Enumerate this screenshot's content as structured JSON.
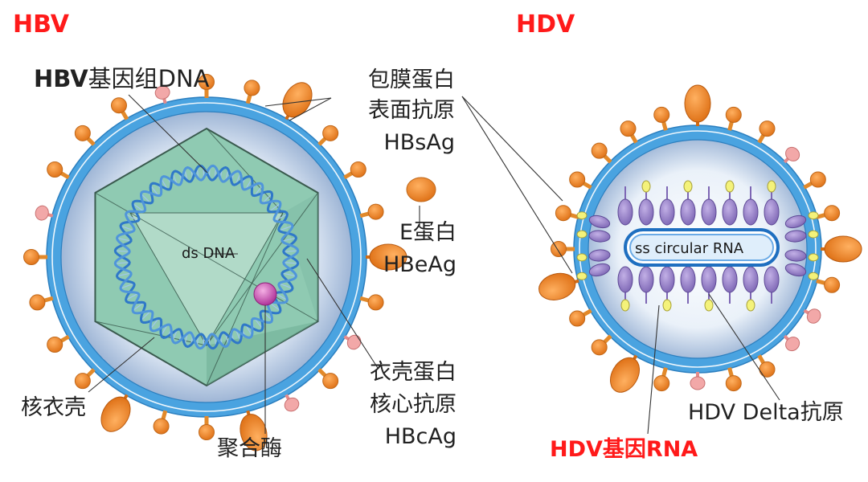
{
  "hbv": {
    "title": "HBV",
    "genome_label_bold": "HBV",
    "genome_label_rest": "基因组DNA",
    "envelope_line1": "包膜蛋白",
    "envelope_line2": "表面抗原",
    "envelope_line3": "HBsAg",
    "e_protein_line1": "E蛋白",
    "e_protein_line2": "HBeAg",
    "dsdna_label": "ds DNA",
    "capsid_line1": "衣壳蛋白",
    "capsid_line2": "核心抗原",
    "capsid_line3": "HBcAg",
    "nucleocapsid_label": "核衣壳",
    "polymerase_label": "聚合酶"
  },
  "hdv": {
    "title": "HDV",
    "rna_label": "ss circular RNA",
    "delta_antigen_label": "HDV Delta抗原",
    "genome_label": "HDV基因RNA"
  },
  "colors": {
    "title_red": "#ff1a1a",
    "membrane_blue": "#4aa3e0",
    "antigen_orange": "#f08a24",
    "antigen_pink": "#f2a8a8",
    "capsid_green": "#8fcab2",
    "delta_purple": "#9a85c8",
    "dna_blue": "#2f78c8",
    "polymerase_magenta": "#c24aa8"
  }
}
